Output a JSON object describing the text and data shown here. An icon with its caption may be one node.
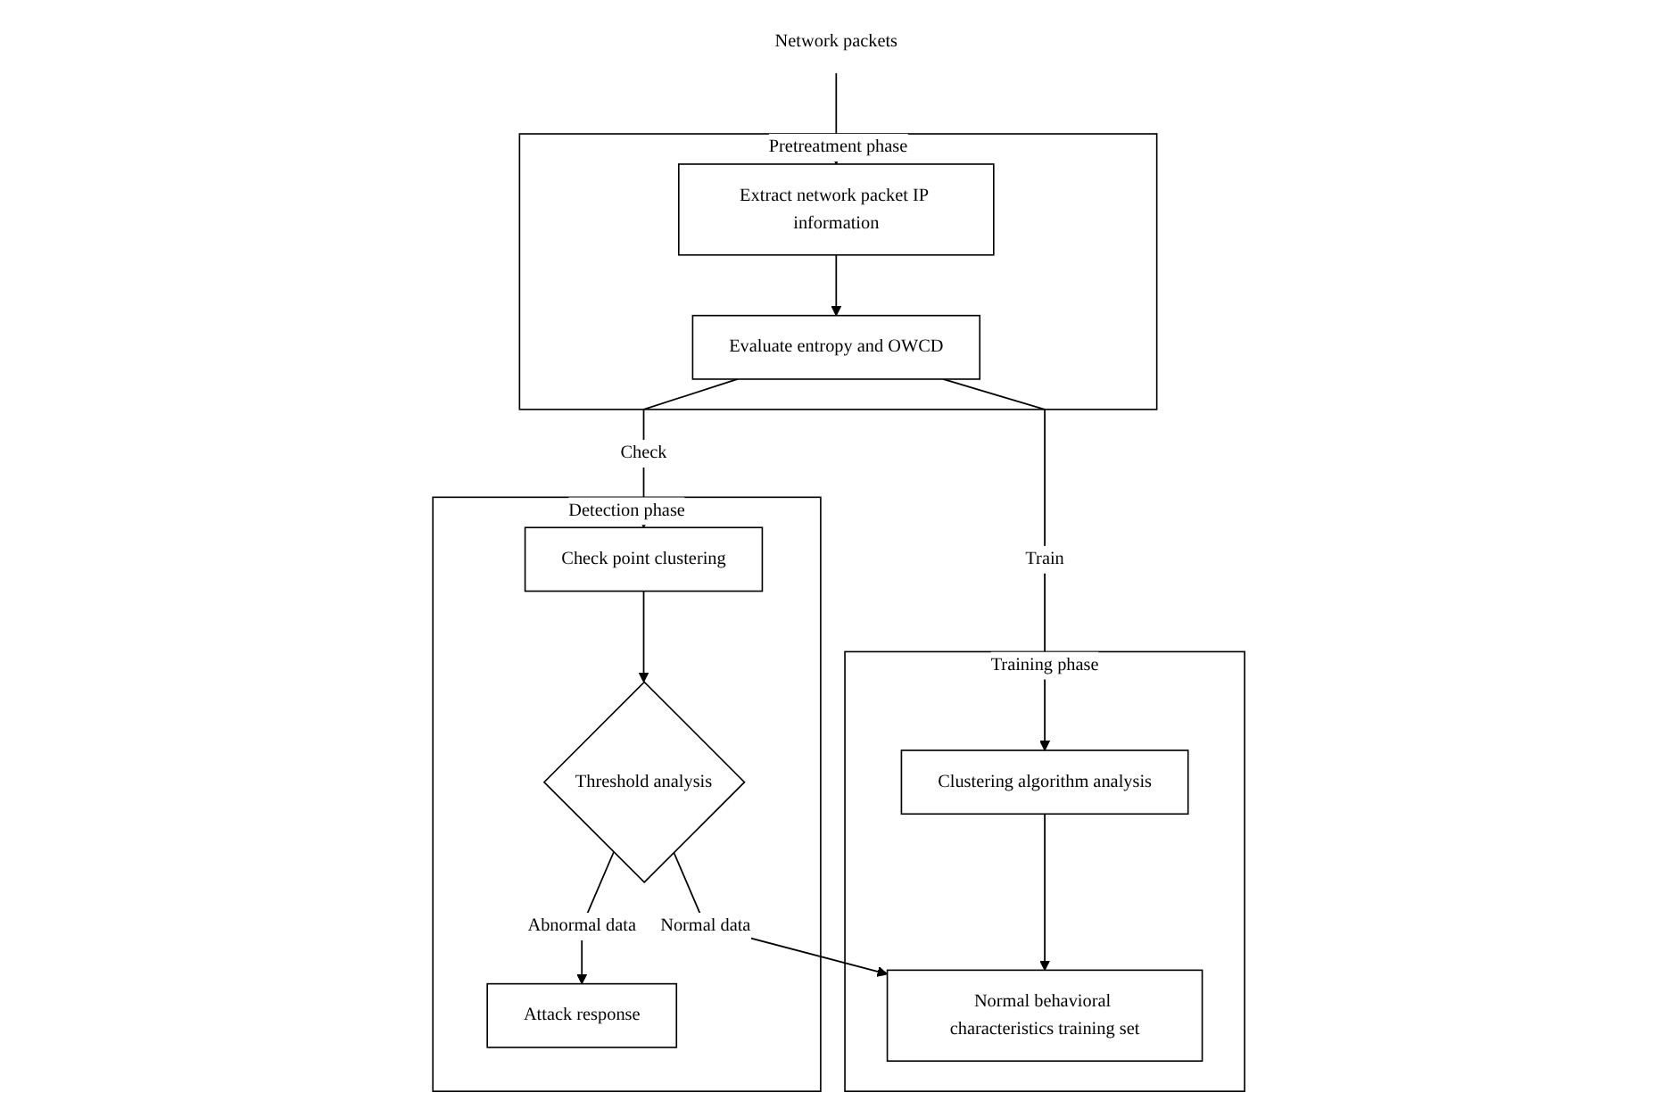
{
  "diagram": {
    "nodes": [
      {
        "text": [
          "Network packets"
        ]
      },
      {
        "text": [
          "Pretreatment phase"
        ]
      },
      {
        "text": [
          "Extract network packet IP information"
        ],
        "in": 1
      },
      {
        "text": [
          "Evaluate entropy and OWCD"
        ],
        "in": 1
      },
      {
        "text": [
          "Training phase"
        ]
      },
      {
        "text": [
          "Clustering algorithm analysis"
        ],
        "in": 4
      },
      {
        "text": [
          "Normal behavioral characteristics training set"
        ],
        "in": 4
      },
      {
        "text": [
          "Detection phase"
        ]
      },
      {
        "text": [
          "Check point clustering"
        ],
        "in": 7
      },
      {
        "text": [
          "Threshold analysis"
        ],
        "in": 7
      },
      {
        "text": [
          "Attack response"
        ],
        "in": 7
      }
    ],
    "edges": [
      {
        "from": 0,
        "to": 2,
        "arrow": "to"
      },
      {
        "from": 2,
        "to": 3,
        "arrow": "to"
      },
      {
        "from": 3,
        "to": 5,
        "arrow": "to",
        "label": "Train"
      },
      {
        "from": 5,
        "to": 6,
        "arrow": "to"
      },
      {
        "from": 3,
        "to": 8,
        "arrow": "to",
        "label": "Check"
      },
      {
        "from": 8,
        "to": 9,
        "arrow": "to"
      },
      {
        "from": 9,
        "to": 10,
        "arrow": "to",
        "label": "Abnormal data"
      },
      {
        "from": 9,
        "to": 6,
        "arrow": "to",
        "label": "Normal data"
      }
    ]
  }
}
